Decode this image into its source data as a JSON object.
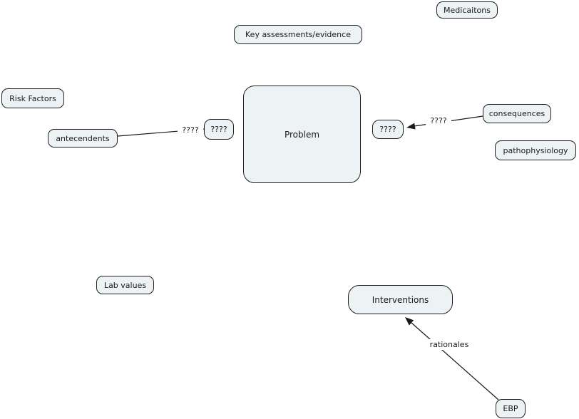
{
  "app": {
    "title": "Concept map canvas"
  },
  "colors": {
    "canvas_bg": "#ffffff",
    "node_fill": "#edf3f5",
    "node_border": "#202020",
    "line": "#1a1a1a",
    "text": "#1a1a1a"
  },
  "nodes": {
    "medications": {
      "label": "Medicaitons"
    },
    "key_assessments": {
      "label": "Key assessments/evidence"
    },
    "risk_factors": {
      "label": "Risk Factors"
    },
    "antecedents": {
      "label": "antecendents"
    },
    "unknown_left": {
      "label": "????"
    },
    "problem": {
      "label": "Problem"
    },
    "unknown_right": {
      "label": "????"
    },
    "consequences": {
      "label": "consequences"
    },
    "pathophysiology": {
      "label": "pathophysiology"
    },
    "lab_values": {
      "label": "Lab values"
    },
    "interventions": {
      "label": "Interventions"
    },
    "ebp": {
      "label": "EBP"
    }
  },
  "links": {
    "antecedents_to_unknown": {
      "label": "????"
    },
    "consequences_to_unknown": {
      "label": "????"
    },
    "ebp_to_interventions": {
      "label": "rationales"
    }
  }
}
